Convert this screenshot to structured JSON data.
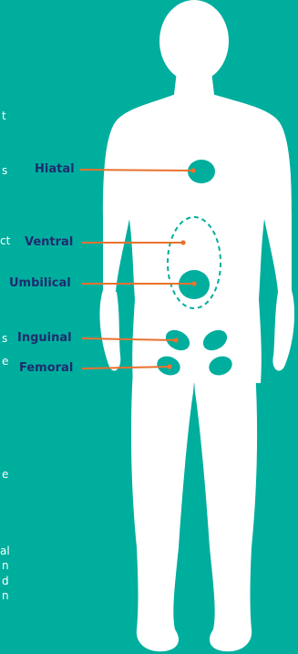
{
  "colors": {
    "background": "#00AE9E",
    "body": "#FFFFFF",
    "marker": "#00AE9E",
    "leader": "#E9722E",
    "label": "#1F2C6E"
  },
  "left_text_fragments": [
    "t",
    "s",
    "ct",
    "s",
    "e",
    "e",
    "al",
    "n",
    "d",
    "n"
  ],
  "labels": {
    "hiatal": "Hiatal",
    "ventral": "Ventral",
    "umbilical": "Umbilical",
    "inguinal": "Inguinal",
    "femoral": "Femoral"
  }
}
